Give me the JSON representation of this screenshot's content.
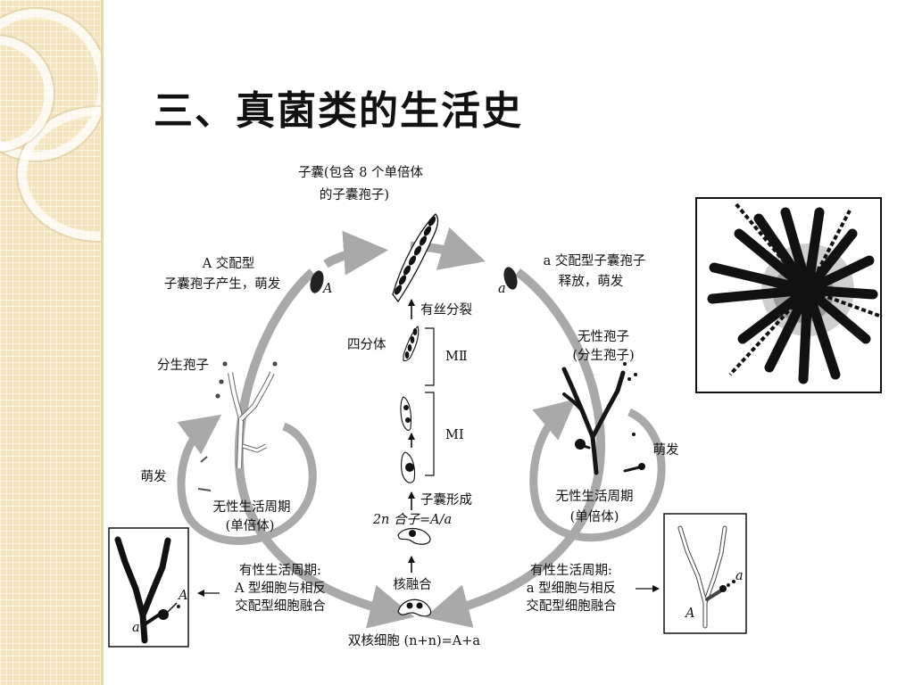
{
  "slide": {
    "title": "三、真菌类的生活史"
  },
  "labels": {
    "ascus_line1": "子囊(包含 8 个单倍体",
    "ascus_line2": "的子囊孢子)",
    "A_mating_line1": "A 交配型",
    "A_mating_line2": "子囊孢子产生，萌发",
    "a_mating_line1": "a 交配型子囊孢子",
    "a_mating_line2": "释放，萌发",
    "marker_A_upper": "A",
    "marker_a_upper": "a",
    "mitosis": "有丝分裂",
    "tetrad": "四分体",
    "meiosis_II": "MⅡ",
    "meiosis_I": "MⅠ",
    "conidia_left": "分生孢子",
    "asexual_spore_line1": "无性孢子",
    "asexual_spore_line2": "(分生孢子)",
    "germinate_right": "萌发",
    "germinate_left": "萌发",
    "asexual_left_line1": "无性生活周期",
    "asexual_left_line2": "(单倍体)",
    "asexual_right_line1": "无性生活周期",
    "asexual_right_line2": "(单倍体)",
    "ascus_formation": "子囊形成",
    "zygote": "2n 合子=A/a",
    "karyogamy": "核融合",
    "sexual_left_line1": "有性生活周期:",
    "sexual_left_line2": "A 型细胞与相反",
    "sexual_left_line3": "交配型细胞融合",
    "sexual_right_line1": "有性生活周期:",
    "sexual_right_line2": "a 型细胞与相反",
    "sexual_right_line3": "交配型细胞融合",
    "dikaryon": "双核细胞 (n+n)=A+a",
    "box_left_A": "A",
    "box_left_a": "a",
    "box_right_a": "a",
    "box_right_A": "A"
  },
  "colors": {
    "arrow_gray": "#a9a9a9",
    "ink": "#111111",
    "sidebar": "#f3e4bd"
  }
}
